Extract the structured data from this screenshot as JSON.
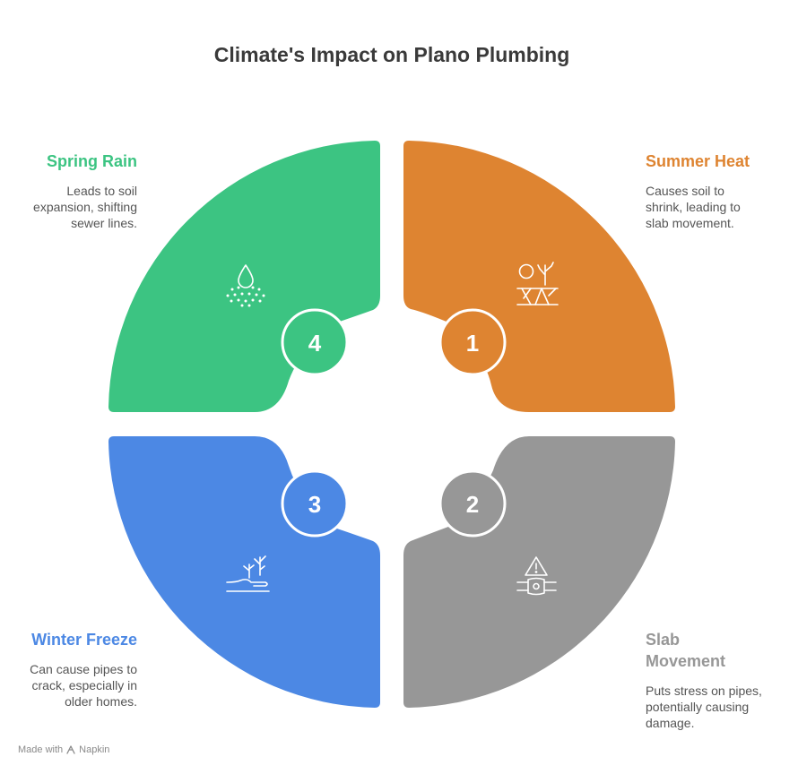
{
  "title": "Climate's Impact on Plano Plumbing",
  "segments": [
    {
      "number": "1",
      "label": "Summer Heat",
      "description": [
        "Causes soil to",
        "shrink, leading to",
        "slab movement."
      ],
      "color": "#DE8431",
      "icon": "cracked-soil-sun-icon"
    },
    {
      "number": "2",
      "label": "Slab Movement",
      "label_lines": [
        "Slab",
        "Movement"
      ],
      "description": [
        "Puts stress on pipes,",
        "potentially causing",
        "damage."
      ],
      "color": "#979797",
      "icon": "pipe-warning-icon"
    },
    {
      "number": "3",
      "label": "Winter Freeze",
      "description": [
        "Can cause pipes to",
        "crack, especially in",
        "older homes."
      ],
      "color": "#4C88E4",
      "icon": "frozen-plant-icon"
    },
    {
      "number": "4",
      "label": "Spring Rain",
      "description": [
        "Leads to soil",
        "expansion, shifting",
        "sewer lines."
      ],
      "color": "#3CC482",
      "icon": "rain-drop-icon"
    }
  ],
  "footer": {
    "made_with": "Made with",
    "brand": "Napkin"
  }
}
